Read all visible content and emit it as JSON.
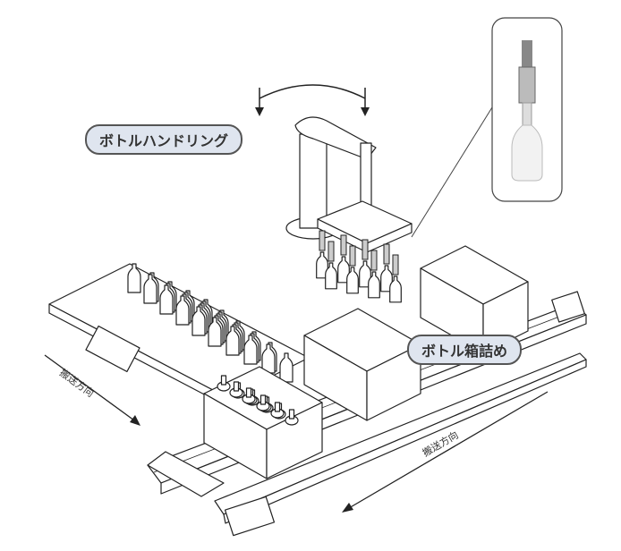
{
  "labels": {
    "bottle_handling": "ボトルハンドリング",
    "bottle_boxing": "ボトル箱詰め",
    "direction_left": "搬送方向",
    "direction_right": "搬送方向"
  },
  "colors": {
    "label_fill": "#dfe5ef",
    "label_border": "#555555",
    "line": "#222222"
  }
}
